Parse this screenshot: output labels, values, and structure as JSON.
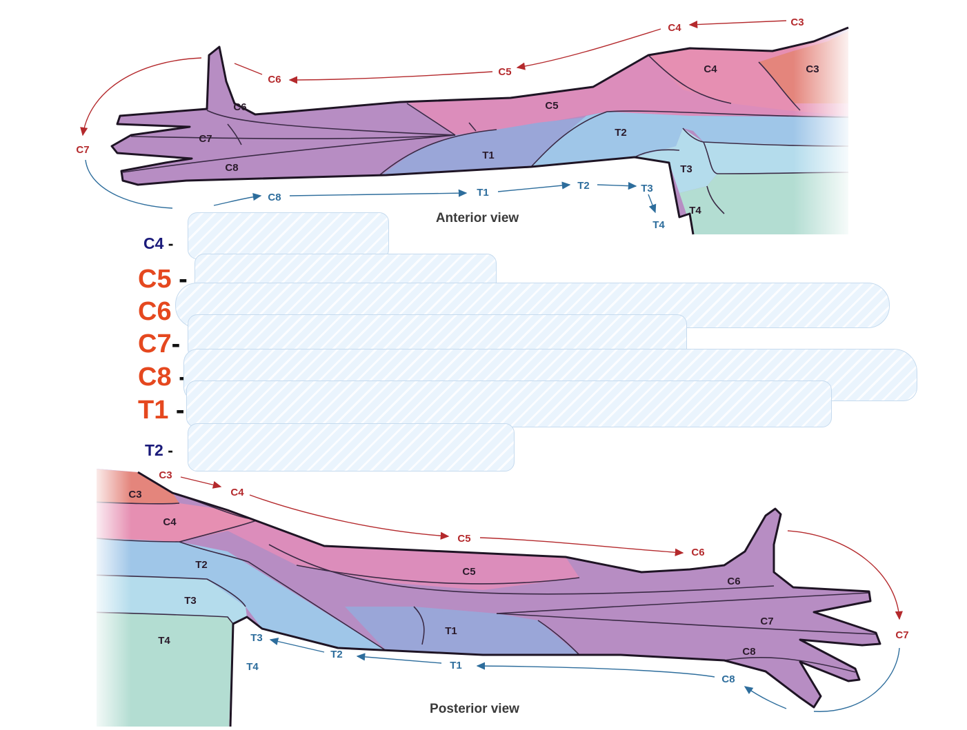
{
  "views": {
    "anterior": "Anterior view",
    "posterior": "Posterior view"
  },
  "dermatomes": {
    "C3": "C3",
    "C4": "C4",
    "C5": "C5",
    "C6": "C6",
    "C7": "C7",
    "C8": "C8",
    "T1": "T1",
    "T2": "T2",
    "T3": "T3",
    "T4": "T4"
  },
  "legend": [
    {
      "level": "C4",
      "sep": "-"
    },
    {
      "level": "C5",
      "sep": "-"
    },
    {
      "level": "C6",
      "sep": "-"
    },
    {
      "level": "C7",
      "sep": "-"
    },
    {
      "level": "C8",
      "sep": "-"
    },
    {
      "level": "T1",
      "sep": "-"
    },
    {
      "level": "T2",
      "sep": "-"
    }
  ],
  "colors": {
    "c3": "#e4857c",
    "c4": "#e68fb2",
    "c5": "#dc8dbb",
    "c6c7c8": "#b78dc3",
    "t1": "#9aa6d8",
    "t2": "#9fc6e8",
    "t3": "#b4dcec",
    "t4": "#b3ddd2",
    "arrow_red": "#b4292c",
    "arrow_blue": "#2d6d9c",
    "legend_small": "#1a1a7a",
    "legend_big": "#e5481f"
  }
}
